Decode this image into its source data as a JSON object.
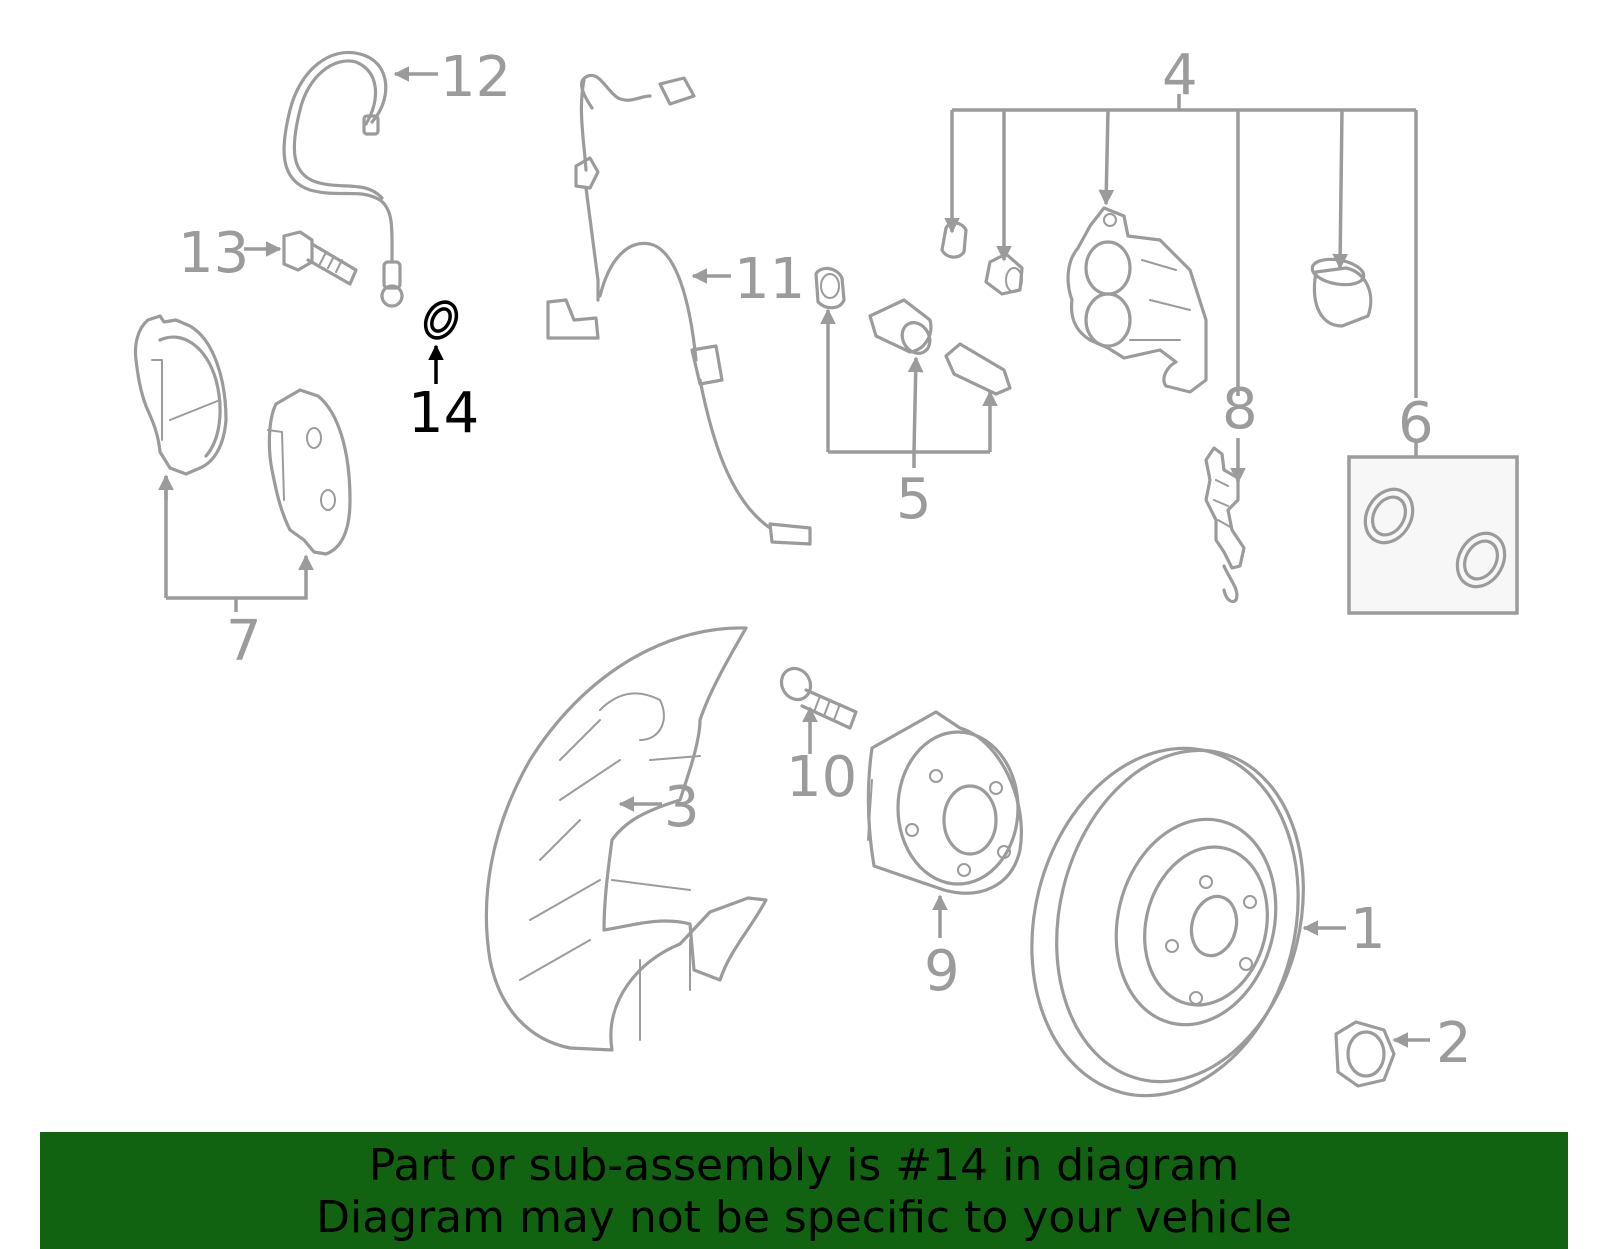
{
  "callouts": {
    "c1": "1",
    "c2": "2",
    "c3": "3",
    "c4": "4",
    "c5": "5",
    "c6": "6",
    "c7": "7",
    "c8": "8",
    "c9": "9",
    "c10": "10",
    "c11": "11",
    "c12": "12",
    "c13": "13",
    "c14": "14"
  },
  "highlighted_callout": "14",
  "banner": {
    "line1": "Part or sub-assembly is #14 in diagram",
    "line2": "Diagram may not be specific to your vehicle",
    "background_color": "#116311"
  },
  "colors": {
    "parts": "#9b9b9b",
    "highlight": "#000000"
  }
}
